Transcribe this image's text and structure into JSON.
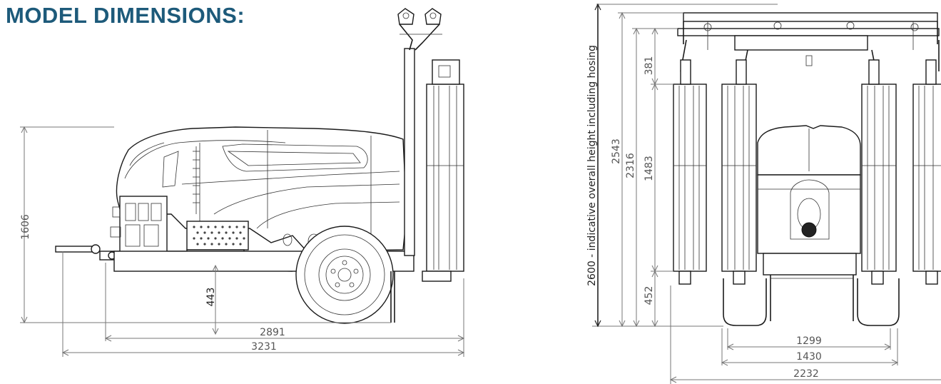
{
  "title": "MODEL DIMENSIONS:",
  "side_view": {
    "height_total": "1606",
    "ground_clearance": "443",
    "length_inner": "2891",
    "length_total": "3231"
  },
  "front_view": {
    "hosing_note": "2600 - indicative overall height including hosing",
    "height_2543": "2543",
    "height_2316": "2316",
    "seg_381": "381",
    "seg_1483": "1483",
    "seg_452": "452",
    "width_1299": "1299",
    "width_1430": "1430",
    "width_2232": "2232"
  },
  "colors": {
    "title": "#1d5a7a",
    "lines": "#1a1a1a",
    "dimensions": "#777777"
  }
}
